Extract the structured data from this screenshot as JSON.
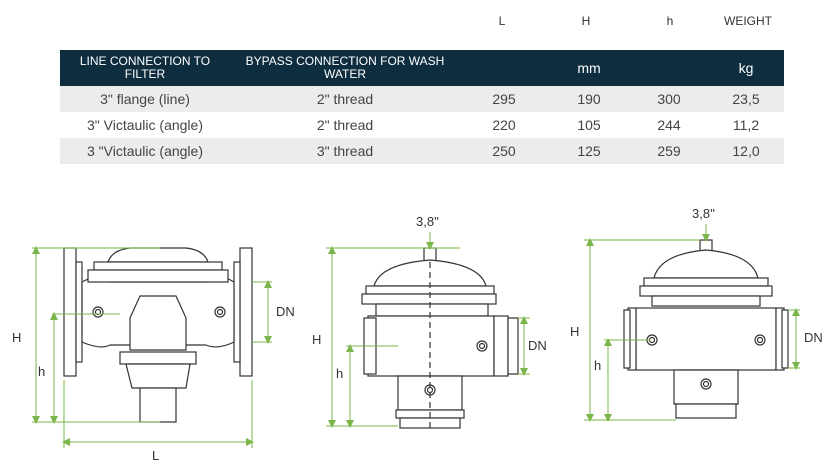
{
  "header_units": {
    "L": "L",
    "H": "H",
    "h": "h",
    "weight": "WEIGHT"
  },
  "table": {
    "columns": [
      "LINE CONNECTION TO FILTER",
      "BYPASS CONNECTION FOR WASH WATER",
      "",
      "mm",
      "",
      "kg"
    ],
    "rows": [
      [
        "3\" flange (line)",
        "2\" thread",
        "295",
        "190",
        "300",
        "23,5"
      ],
      [
        "3\" Victaulic (angle)",
        "2\" thread",
        "220",
        "105",
        "244",
        "11,2"
      ],
      [
        "3 \"Victaulic (angle)",
        "3\" thread",
        "250",
        "125",
        "259",
        "12,0"
      ]
    ]
  },
  "drawing_labels": {
    "d1": {
      "H": "H",
      "h": "h",
      "L": "L",
      "DN": "DN"
    },
    "d2": {
      "top": "3,8''",
      "H": "H",
      "h": "h",
      "DN": "DN"
    },
    "d3": {
      "top": "3,8''",
      "H": "H",
      "h": "h",
      "DN": "DN"
    }
  },
  "colors": {
    "header_bg": "#0e2d3e",
    "row_stripe": "#ececec",
    "dimension_green": "#7ab648",
    "line": "#333333"
  }
}
